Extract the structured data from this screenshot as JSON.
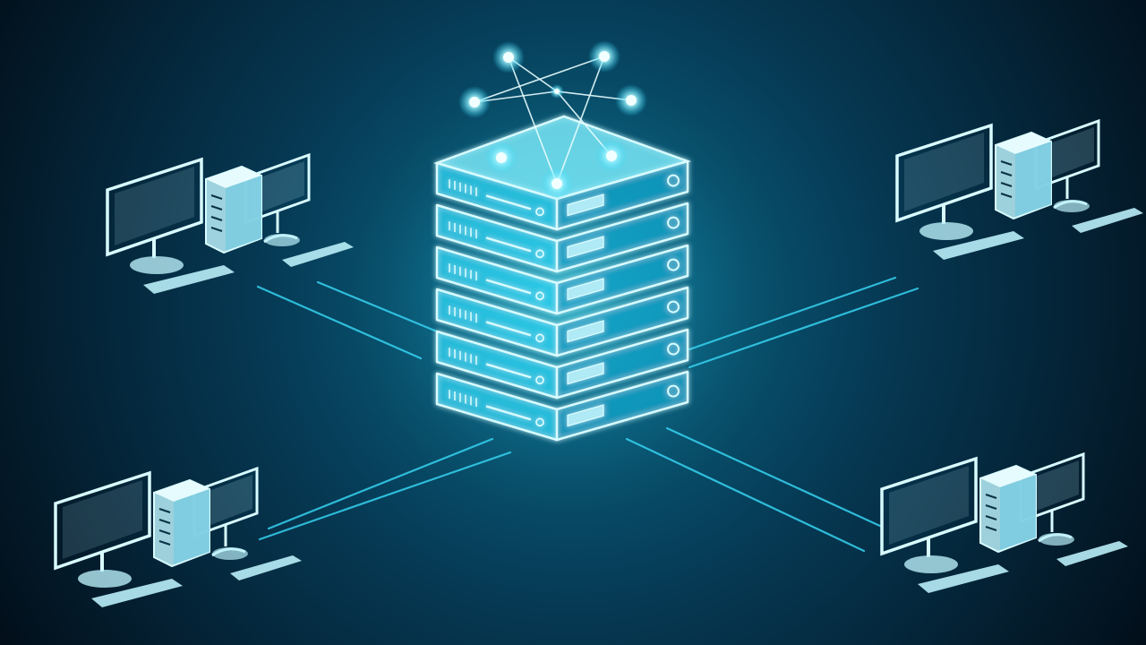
{
  "scene": {
    "kind": "network-illustration",
    "colors": {
      "background_center": "#0a6f8c",
      "background_mid": "#063a55",
      "background_edge": "#020d18",
      "glow": "#5ff2ff",
      "line": "#36d2f0",
      "outline": "#d8fbff",
      "device_fill": "#b9eef8",
      "device_shadow": "#0a3143",
      "node": "#aef8ff"
    },
    "server": {
      "units": 6,
      "icon": "server-rack-icon"
    },
    "topology": {
      "icon": "network-nodes-icon",
      "node_count": 7
    },
    "workstations": [
      {
        "name": "workstation-top-left",
        "icon": "desktop-computer-icon"
      },
      {
        "name": "workstation-top-right",
        "icon": "desktop-computer-icon"
      },
      {
        "name": "workstation-bottom-left",
        "icon": "desktop-computer-icon"
      },
      {
        "name": "workstation-bottom-right",
        "icon": "desktop-computer-icon"
      }
    ],
    "connections": 4
  }
}
